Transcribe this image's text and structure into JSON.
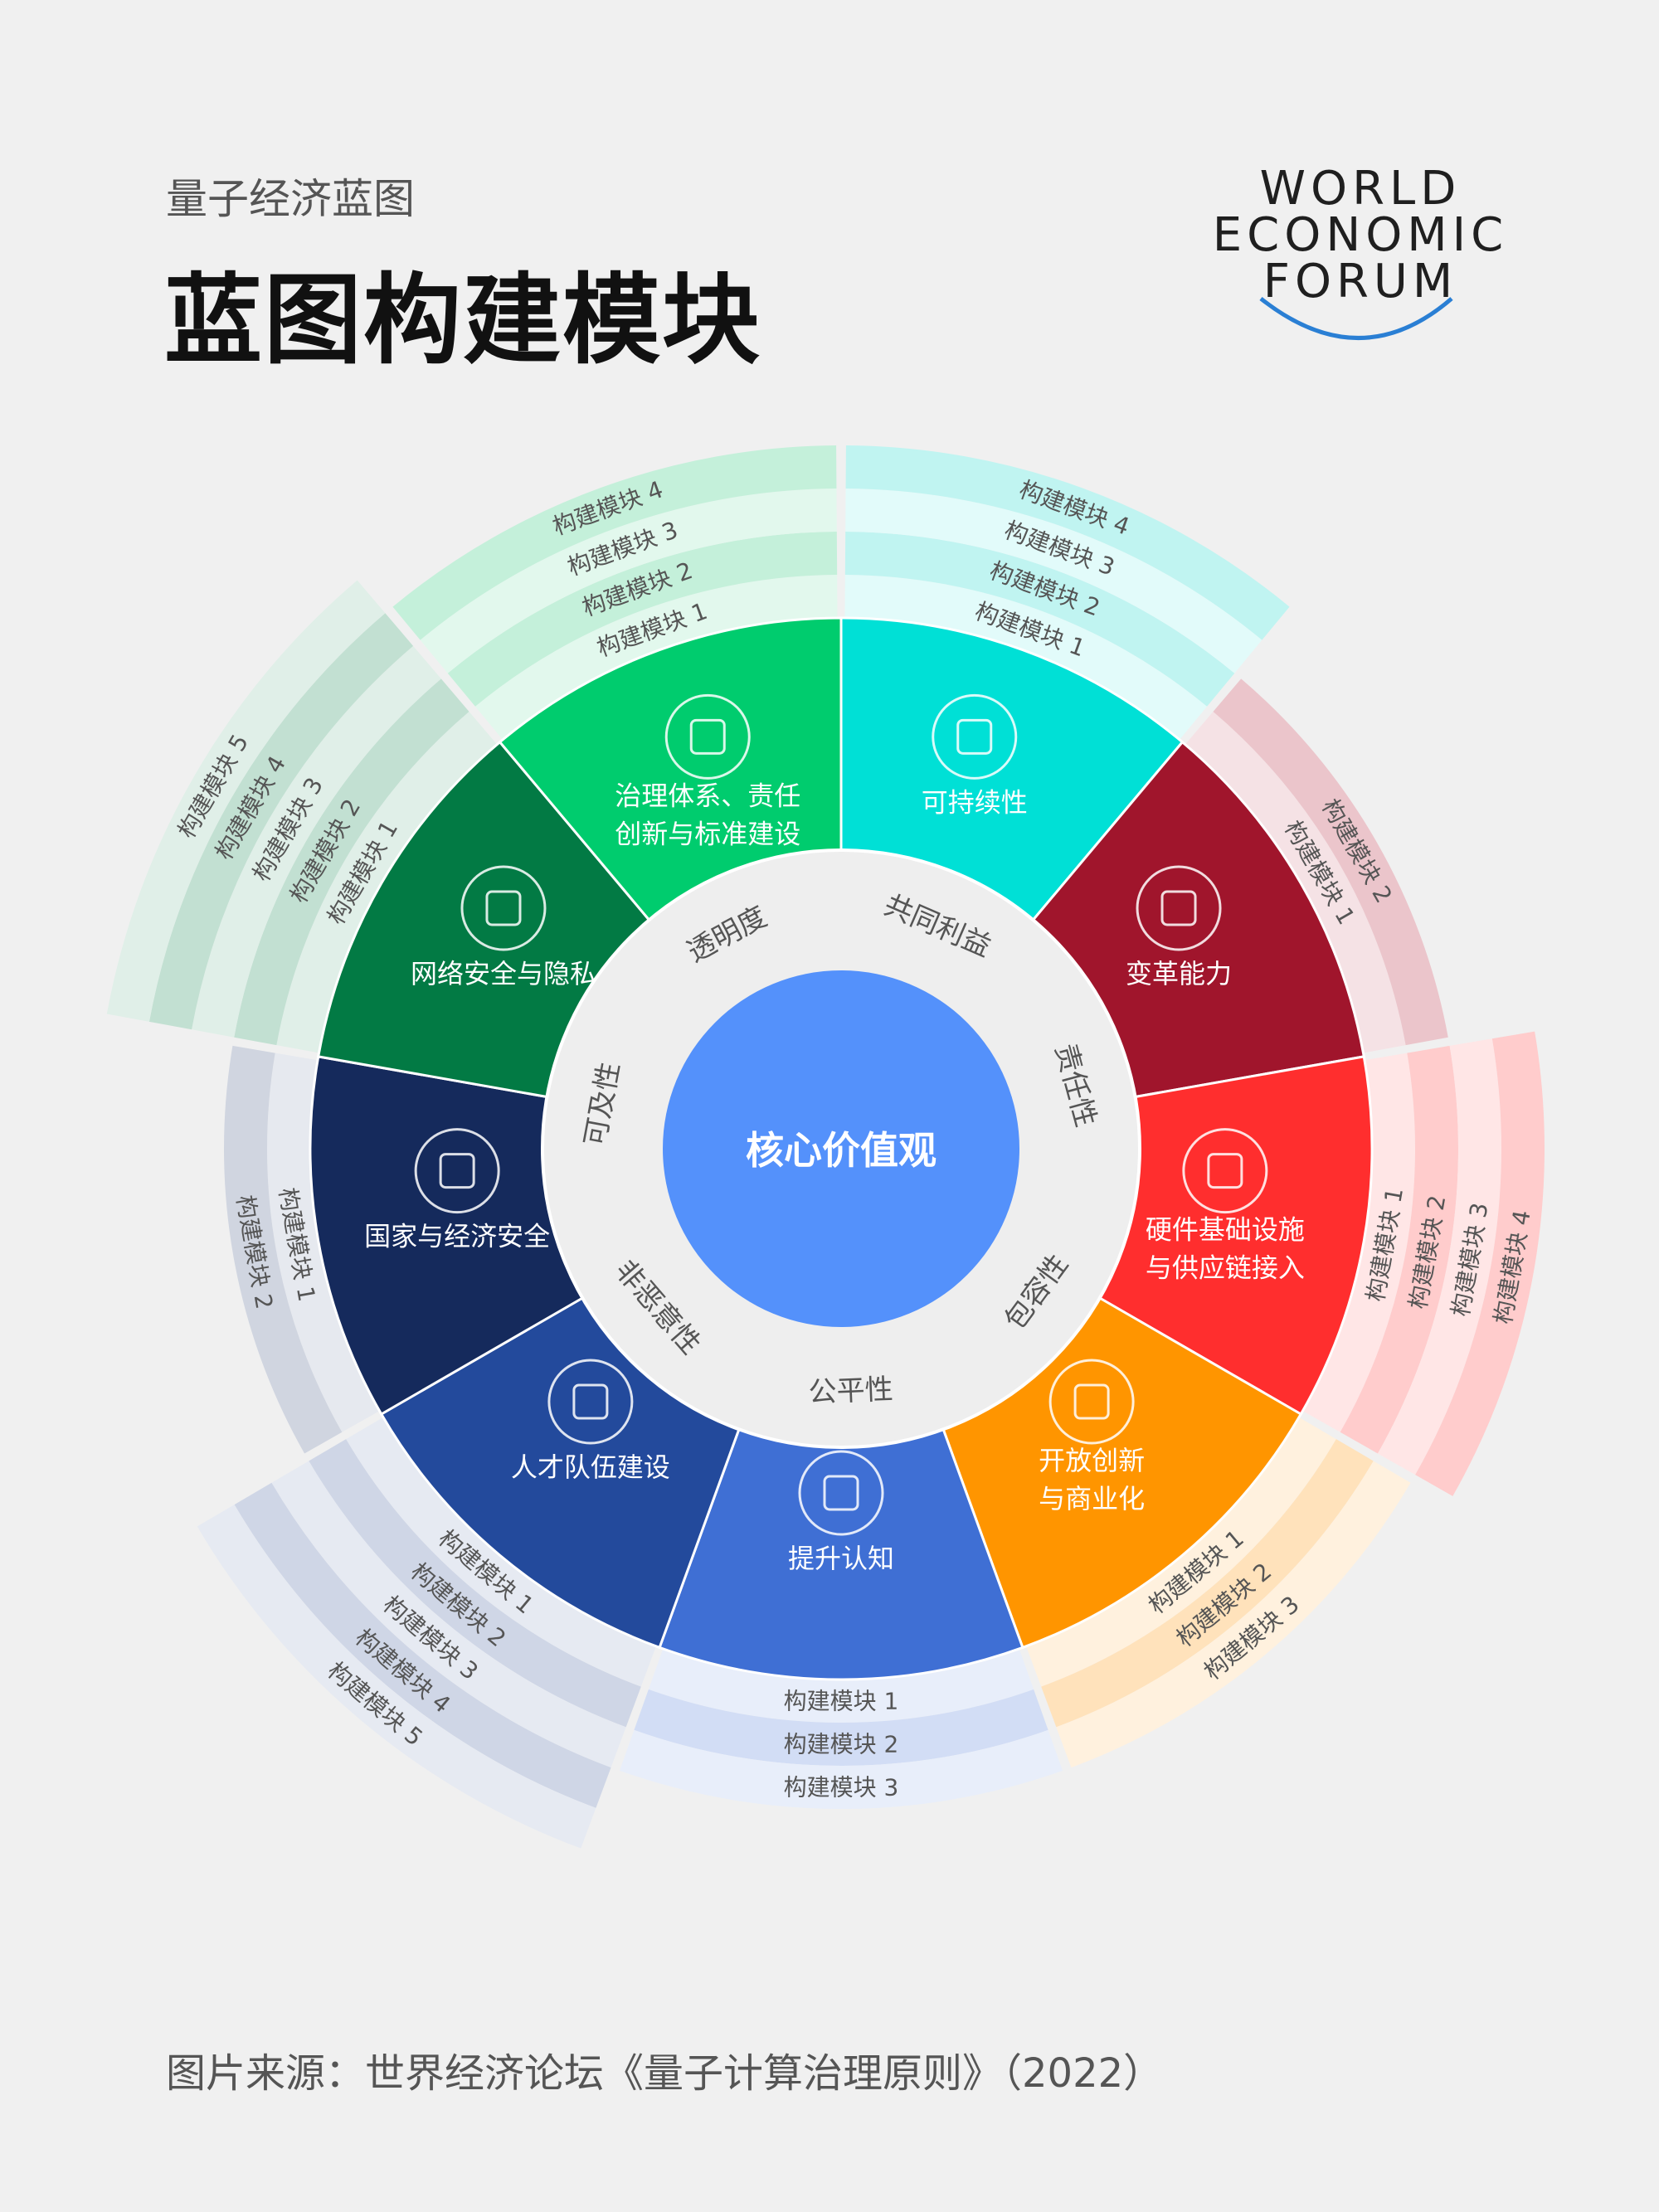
{
  "header": {
    "subtitle": "量子经济蓝图",
    "title": "蓝图构建模块"
  },
  "logo": {
    "line1": "WORLD",
    "line2": "ECONOMIC",
    "line3": "FORUM"
  },
  "footer": {
    "source": "图片来源：世界经济论坛《量子计算治理原则》（2022）"
  },
  "core": {
    "label": "核心价值观"
  },
  "values": [
    "透明度",
    "共同利益",
    "责任性",
    "包容性",
    "公平性",
    "非恶意性",
    "可及性"
  ],
  "sectors": [
    {
      "id": "sustainability",
      "label_lines": [
        "可持续性"
      ],
      "color": "#00e0d6",
      "ring_color": "#c0f4f1",
      "ring_alt": "#e2fbfa",
      "icon": "plant-icon",
      "modules": [
        "构建模块 1",
        "构建模块 2",
        "构建模块 3",
        "构建模块 4"
      ]
    },
    {
      "id": "transformation",
      "label_lines": [
        "变革能力"
      ],
      "color": "#a0152c",
      "ring_color": "#ebc5cb",
      "ring_alt": "#f5e2e5",
      "icon": "network-icon",
      "modules": [
        "构建模块 1",
        "构建模块 2"
      ]
    },
    {
      "id": "hardware",
      "label_lines": [
        "硬件基础设施",
        "与供应链接入"
      ],
      "color": "#ff2e2e",
      "ring_color": "#ffcccc",
      "ring_alt": "#ffe6e6",
      "icon": "chip-icon",
      "modules": [
        "构建模块 1",
        "构建模块 2",
        "构建模块 3",
        "构建模块 4"
      ]
    },
    {
      "id": "open-innovation",
      "label_lines": [
        "开放创新",
        "与商业化"
      ],
      "color": "#ff9500",
      "ring_color": "#ffe2bb",
      "ring_alt": "#fff1de",
      "icon": "lightbulb-icon",
      "modules": [
        "构建模块 1",
        "构建模块 2",
        "构建模块 3"
      ]
    },
    {
      "id": "awareness",
      "label_lines": [
        "提升认知"
      ],
      "color": "#3f6fd4",
      "ring_color": "#d2ddf5",
      "ring_alt": "#e8eefa",
      "icon": "audience-icon",
      "modules": [
        "构建模块 1",
        "构建模块 2",
        "构建模块 3"
      ]
    },
    {
      "id": "talent",
      "label_lines": [
        "人才队伍建设"
      ],
      "color": "#234a9c",
      "ring_color": "#cfd6e6",
      "ring_alt": "#e6eaf2",
      "icon": "classroom-icon",
      "modules": [
        "构建模块 1",
        "构建模块 2",
        "构建模块 3",
        "构建模块 4",
        "构建模块 5"
      ]
    },
    {
      "id": "security",
      "label_lines": [
        "国家与经济安全"
      ],
      "color": "#152a5c",
      "ring_color": "#d0d5e0",
      "ring_alt": "#e6e9ef",
      "icon": "globe-icon",
      "modules": [
        "构建模块 1",
        "构建模块 2"
      ]
    },
    {
      "id": "cybersecurity",
      "label_lines": [
        "网络安全与隐私"
      ],
      "color": "#027a44",
      "ring_color": "#c2e0d2",
      "ring_alt": "#e0efe8",
      "icon": "lock-icon",
      "modules": [
        "构建模块 1",
        "构建模块 2",
        "构建模块 3",
        "构建模块 4",
        "构建模块 5"
      ]
    },
    {
      "id": "governance",
      "label_lines": [
        "治理体系、责任",
        "创新与标准建设"
      ],
      "color": "#00cc6e",
      "ring_color": "#c4f0da",
      "ring_alt": "#e2f8ed",
      "icon": "capitol-icon",
      "modules": [
        "构建模块 1",
        "构建模块 2",
        "构建模块 3",
        "构建模块 4"
      ]
    }
  ]
}
